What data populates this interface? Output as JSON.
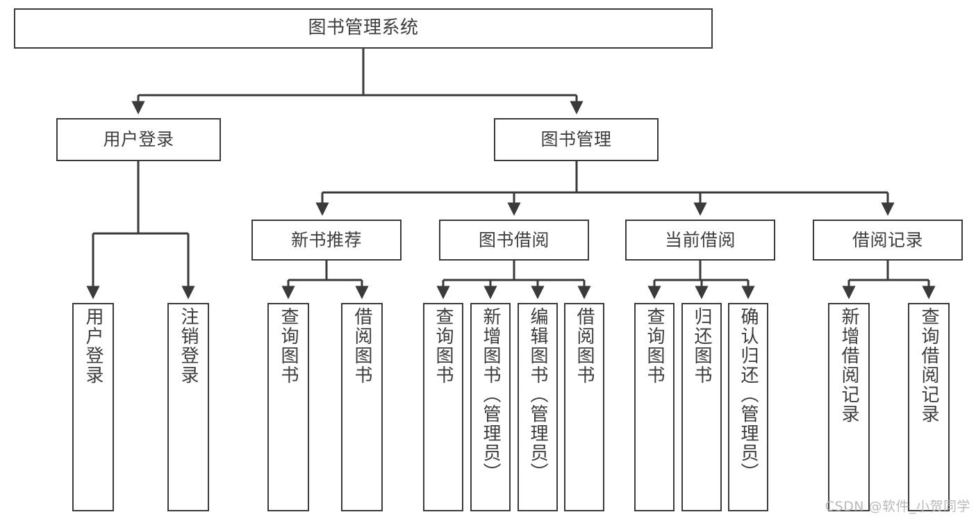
{
  "diagram": {
    "title": "图书管理系统",
    "type": "tree-hierarchy",
    "orientation": "top-down",
    "colors": {
      "stroke": "#3a3a3a",
      "box_fill": "#ffffff",
      "text": "#3c3c3c",
      "background": "#ffffff",
      "watermark": "#b9b9b9"
    },
    "root": {
      "label": "图书管理系统"
    },
    "level2": [
      {
        "id": "user-login",
        "label": "用户登录"
      },
      {
        "id": "book-management",
        "label": "图书管理"
      }
    ],
    "level3": [
      {
        "id": "new-book-recommend",
        "label": "新书推荐",
        "parent": "book-management"
      },
      {
        "id": "book-borrow",
        "label": "图书借阅",
        "parent": "book-management"
      },
      {
        "id": "current-borrow",
        "label": "当前借阅",
        "parent": "book-management"
      },
      {
        "id": "borrow-record",
        "label": "借阅记录",
        "parent": "book-management"
      }
    ],
    "leaves": {
      "user_login": [
        {
          "id": "leaf-user-login",
          "label": "用户登录"
        },
        {
          "id": "leaf-user-logout",
          "label": "注销登录"
        }
      ],
      "new_book_recommend": [
        {
          "id": "leaf-query-book-1",
          "label": "查询图书"
        },
        {
          "id": "leaf-borrow-book-1",
          "label": "借阅图书"
        }
      ],
      "book_borrow": [
        {
          "id": "leaf-query-book-2",
          "label": "查询图书"
        },
        {
          "id": "leaf-add-book",
          "label": "新增图书（管理员）"
        },
        {
          "id": "leaf-edit-book",
          "label": "编辑图书（管理员）"
        },
        {
          "id": "leaf-borrow-book-2",
          "label": "借阅图书"
        }
      ],
      "current_borrow": [
        {
          "id": "leaf-query-book-3",
          "label": "查询图书"
        },
        {
          "id": "leaf-return-book",
          "label": "归还图书"
        },
        {
          "id": "leaf-confirm-return",
          "label": "确认归还（管理员）"
        }
      ],
      "borrow_record": [
        {
          "id": "leaf-add-borrow-record",
          "label": "新增借阅记录"
        },
        {
          "id": "leaf-query-borrow-record",
          "label": "查询借阅记录"
        }
      ]
    },
    "watermark": "CSDN @软件_小贺同学"
  }
}
